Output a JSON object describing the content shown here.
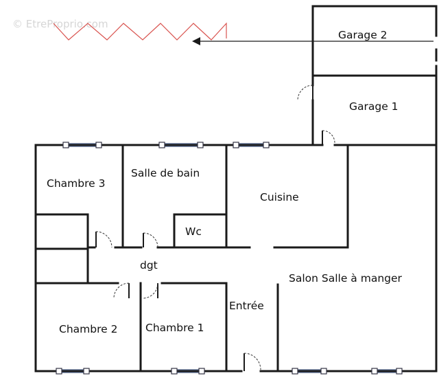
{
  "watermark": "© EtreProprio.com",
  "rooms": {
    "garage2": "Garage 2",
    "garage1": "Garage 1",
    "chambre3": "Chambre 3",
    "salle_de_bain": "Salle de bain",
    "cuisine": "Cuisine",
    "wc": "Wc",
    "dgt": "dgt",
    "salon": "Salon Salle à manger",
    "entree": "Entrée",
    "chambre2": "Chambre 2",
    "chambre1": "Chambre 1"
  },
  "colors": {
    "walls": "#1a1a1a",
    "roof_zigzag": "#d9534f",
    "watermark": "#d6d6d6"
  }
}
